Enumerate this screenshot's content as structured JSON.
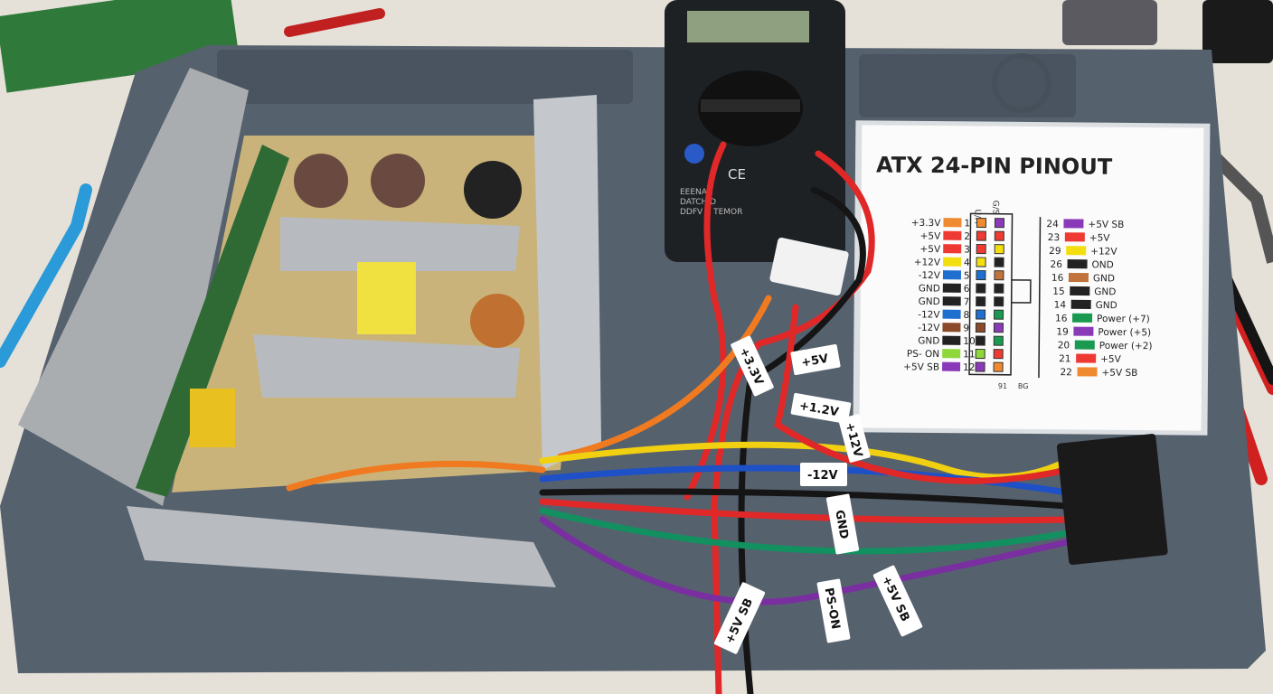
{
  "card": {
    "title": "ATX 24-PIN PINOUT",
    "col_headers": [
      "U/A",
      "G/S"
    ],
    "footer": [
      "91",
      "BG"
    ],
    "left_pins": [
      {
        "label": "+3.3V",
        "num": "1",
        "color": "#f08a30"
      },
      {
        "label": "+5V",
        "num": "2",
        "color": "#ee3a32"
      },
      {
        "label": "+5V",
        "num": "3",
        "color": "#ee3a32"
      },
      {
        "label": "+12V",
        "num": "4",
        "color": "#f4de10"
      },
      {
        "label": "-12V",
        "num": "5",
        "color": "#1e6fd0"
      },
      {
        "label": "GND",
        "num": "6",
        "color": "#222222"
      },
      {
        "label": "GND",
        "num": "7",
        "color": "#222222"
      },
      {
        "label": "-12V",
        "num": "8",
        "color": "#1e6fd0"
      },
      {
        "label": "-12V",
        "num": "9",
        "color": "#8a4a2a"
      },
      {
        "label": "GND",
        "num": "10",
        "color": "#222222"
      },
      {
        "label": "PS- ON",
        "num": "11",
        "color": "#8ed83a"
      },
      {
        "label": "+5V SB",
        "num": "12",
        "color": "#8a3ab8"
      }
    ],
    "right_pins": [
      {
        "num": "24",
        "label": "+5V SB",
        "color": "#8a3ab8"
      },
      {
        "num": "23",
        "label": "+5V",
        "color": "#ee3a32"
      },
      {
        "num": "29",
        "label": "+12V",
        "color": "#f4de10"
      },
      {
        "num": "26",
        "label": "OND",
        "color": "#222222"
      },
      {
        "num": "16",
        "label": "GND",
        "color": "#c0733a"
      },
      {
        "num": "15",
        "label": "GND",
        "color": "#222222"
      },
      {
        "num": "14",
        "label": "GND",
        "color": "#222222"
      },
      {
        "num": "16",
        "label": "Power (+7)",
        "color": "#1a9a50"
      },
      {
        "num": "19",
        "label": "Power (+5)",
        "color": "#8a3ab8"
      },
      {
        "num": "20",
        "label": "Power (+2)",
        "color": "#1a9a50"
      },
      {
        "num": "21",
        "label": "+5V",
        "color": "#ee3a32"
      },
      {
        "num": "22",
        "label": "+5V SB",
        "color": "#f08a30"
      }
    ]
  },
  "multimeter": {
    "mark": "CE",
    "brand_lines": [
      "EEENAN",
      "DATCH D",
      "DDFV A TEMOR"
    ]
  },
  "wire_tags": [
    "+3.3V",
    "+5V",
    "+1.2V",
    "+12V",
    "-12V",
    "GND",
    "+5V SB",
    "PS-ON",
    "+5V SB"
  ],
  "colors": {
    "mat": "#56616e",
    "desk": "#e6e1d8",
    "orange": "#f07a20",
    "red": "#e02828",
    "yellow": "#f0d010",
    "blue": "#1e50c8",
    "black": "#151515",
    "green": "#129060",
    "purple": "#7a2fa0"
  }
}
